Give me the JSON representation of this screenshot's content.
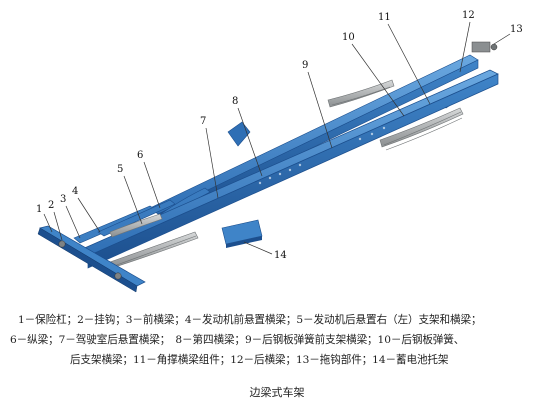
{
  "diagram": {
    "callouts": [
      "1",
      "2",
      "3",
      "4",
      "5",
      "6",
      "7",
      "8",
      "9",
      "10",
      "11",
      "12",
      "13",
      "14"
    ],
    "legend_lines": [
      "1－保险杠；2－挂钩；3－前横梁；4－发动机前悬置横梁；5－发动机后悬置右（左）支架和横梁；",
      "6－纵梁；7－驾驶室后悬置横梁；　8－第四横梁；9－后钢板弹簧前支架横梁；10－后钢板弹簧、",
      "后支架横梁；11－角撑横梁组件；12－后横梁；13－拖钩部件；14－蓄电池托架"
    ],
    "caption": "边梁式车架",
    "colors": {
      "frame_light": "#4f94d4",
      "frame_mid": "#2f6fb5",
      "frame_dark": "#1c4f8e",
      "spring": "#b9bcbd",
      "spring_dark": "#7e8284",
      "line": "#333333"
    }
  }
}
